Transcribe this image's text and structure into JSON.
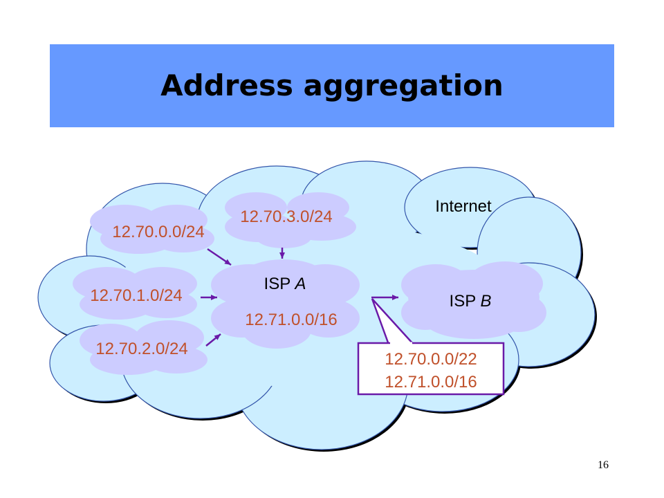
{
  "title": "Address aggregation",
  "page_number": "16",
  "colors": {
    "title_bar": "#6699ff",
    "cloud_fill": "#cceeff",
    "subnet_fill": "#ccccff",
    "prefix_text": "#c0502a",
    "arrow": "#6a1aa8"
  },
  "internet_label": "Internet",
  "isp_a": {
    "name": "ISP",
    "letter": "A",
    "prefix": "12.71.0.0/16"
  },
  "isp_b": {
    "name": "ISP",
    "letter": "B"
  },
  "subnets": [
    "12.70.0.0/24",
    "12.70.1.0/24",
    "12.70.2.0/24",
    "12.70.3.0/24"
  ],
  "announcement": [
    "12.70.0.0/22",
    "12.71.0.0/16"
  ]
}
